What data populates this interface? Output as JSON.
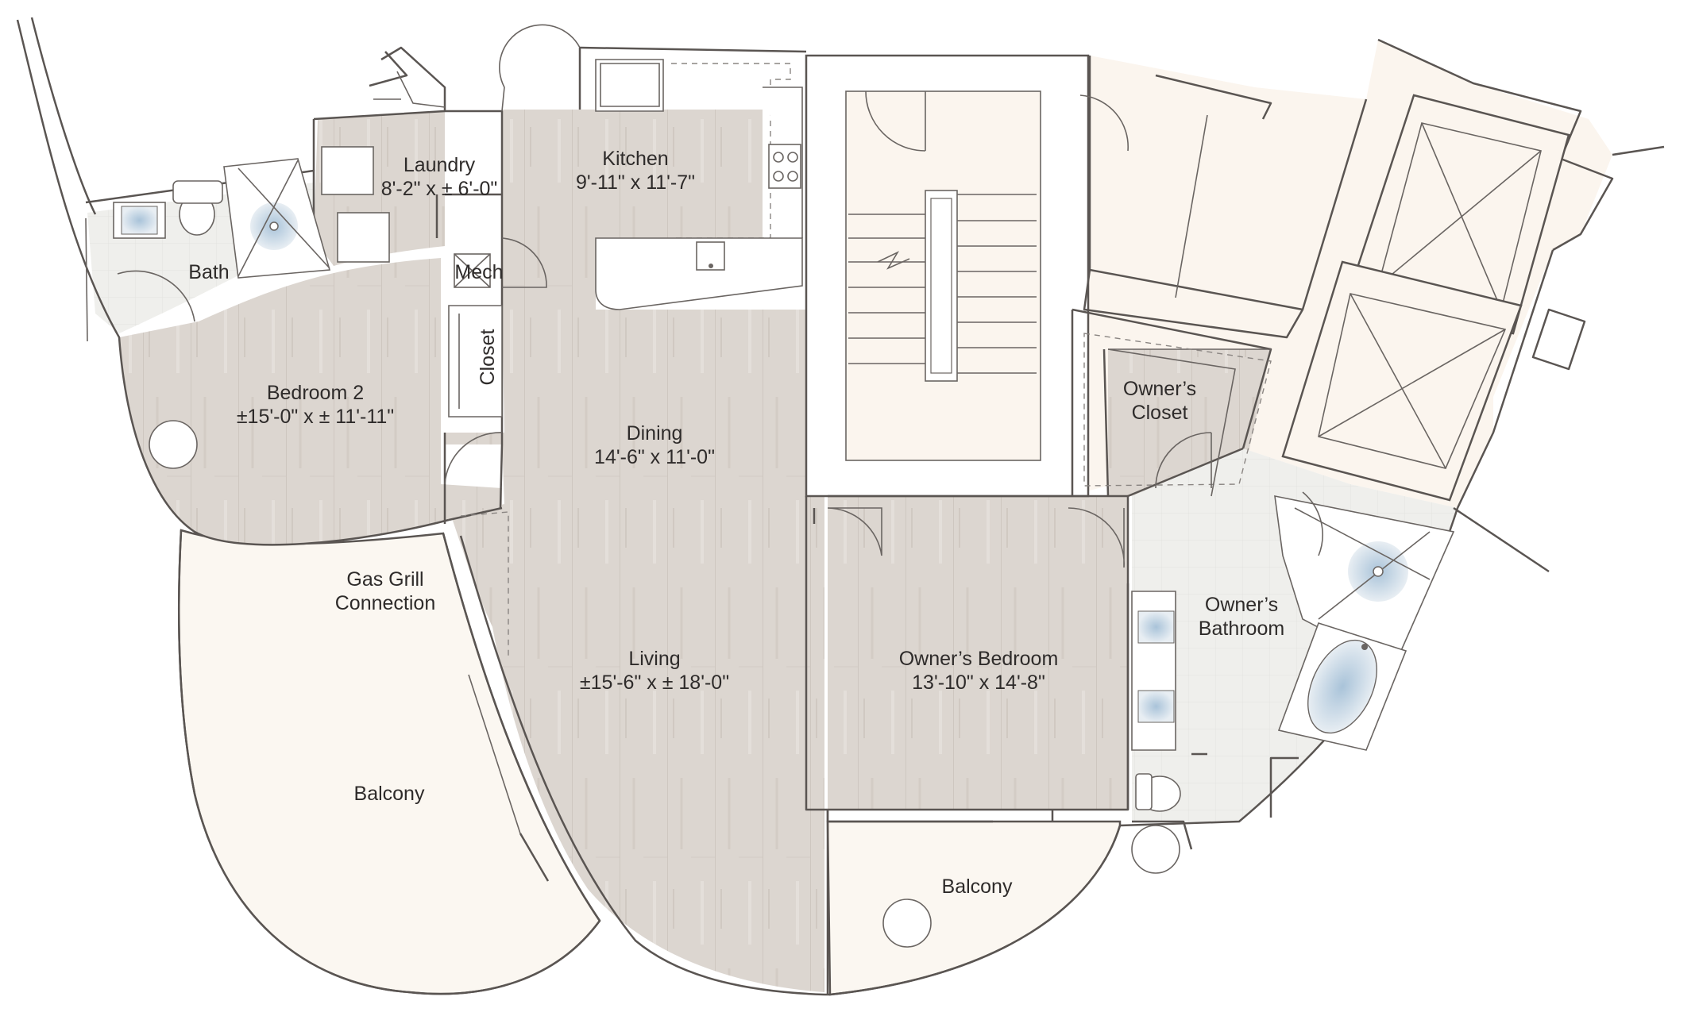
{
  "plan": {
    "rooms": [
      {
        "id": "kitchen",
        "name": "Kitchen",
        "dims": "9'-11\" x 11'-7\""
      },
      {
        "id": "laundry",
        "name": "Laundry",
        "dims": "8'-2\" x ± 6'-0\""
      },
      {
        "id": "bath",
        "name": "Bath",
        "dims": ""
      },
      {
        "id": "mech",
        "name": "Mech",
        "dims": ""
      },
      {
        "id": "closet",
        "name": "Closet",
        "dims": ""
      },
      {
        "id": "bedroom2",
        "name": "Bedroom 2",
        "dims": "±15'-0\" x ± 11'-11\""
      },
      {
        "id": "dining",
        "name": "Dining",
        "dims": "14'-6\" x 11'-0\""
      },
      {
        "id": "living",
        "name": "Living",
        "dims": "±15'-6\" x ± 18'-0\""
      },
      {
        "id": "gas_grill",
        "name": "Gas Grill",
        "dims": "Connection"
      },
      {
        "id": "balcony_west",
        "name": "Balcony",
        "dims": ""
      },
      {
        "id": "balcony_south",
        "name": "Balcony",
        "dims": ""
      },
      {
        "id": "owners_bedroom",
        "name": "Owner’s Bedroom",
        "dims": "13'-10\" x 14'-8\""
      },
      {
        "id": "owners_closet",
        "name": "Owner’s",
        "dims": "Closet"
      },
      {
        "id": "owners_bathroom",
        "name": "Owner’s",
        "dims": "Bathroom"
      }
    ],
    "colors": {
      "wood": "#dcd6d0",
      "wood_grain": "#cfc8c1",
      "tile": "#efefec",
      "balcony": "#fbf7f1",
      "common": "#fbf5ee",
      "wall": "#5a5552",
      "water": "#b9cfe0"
    }
  }
}
